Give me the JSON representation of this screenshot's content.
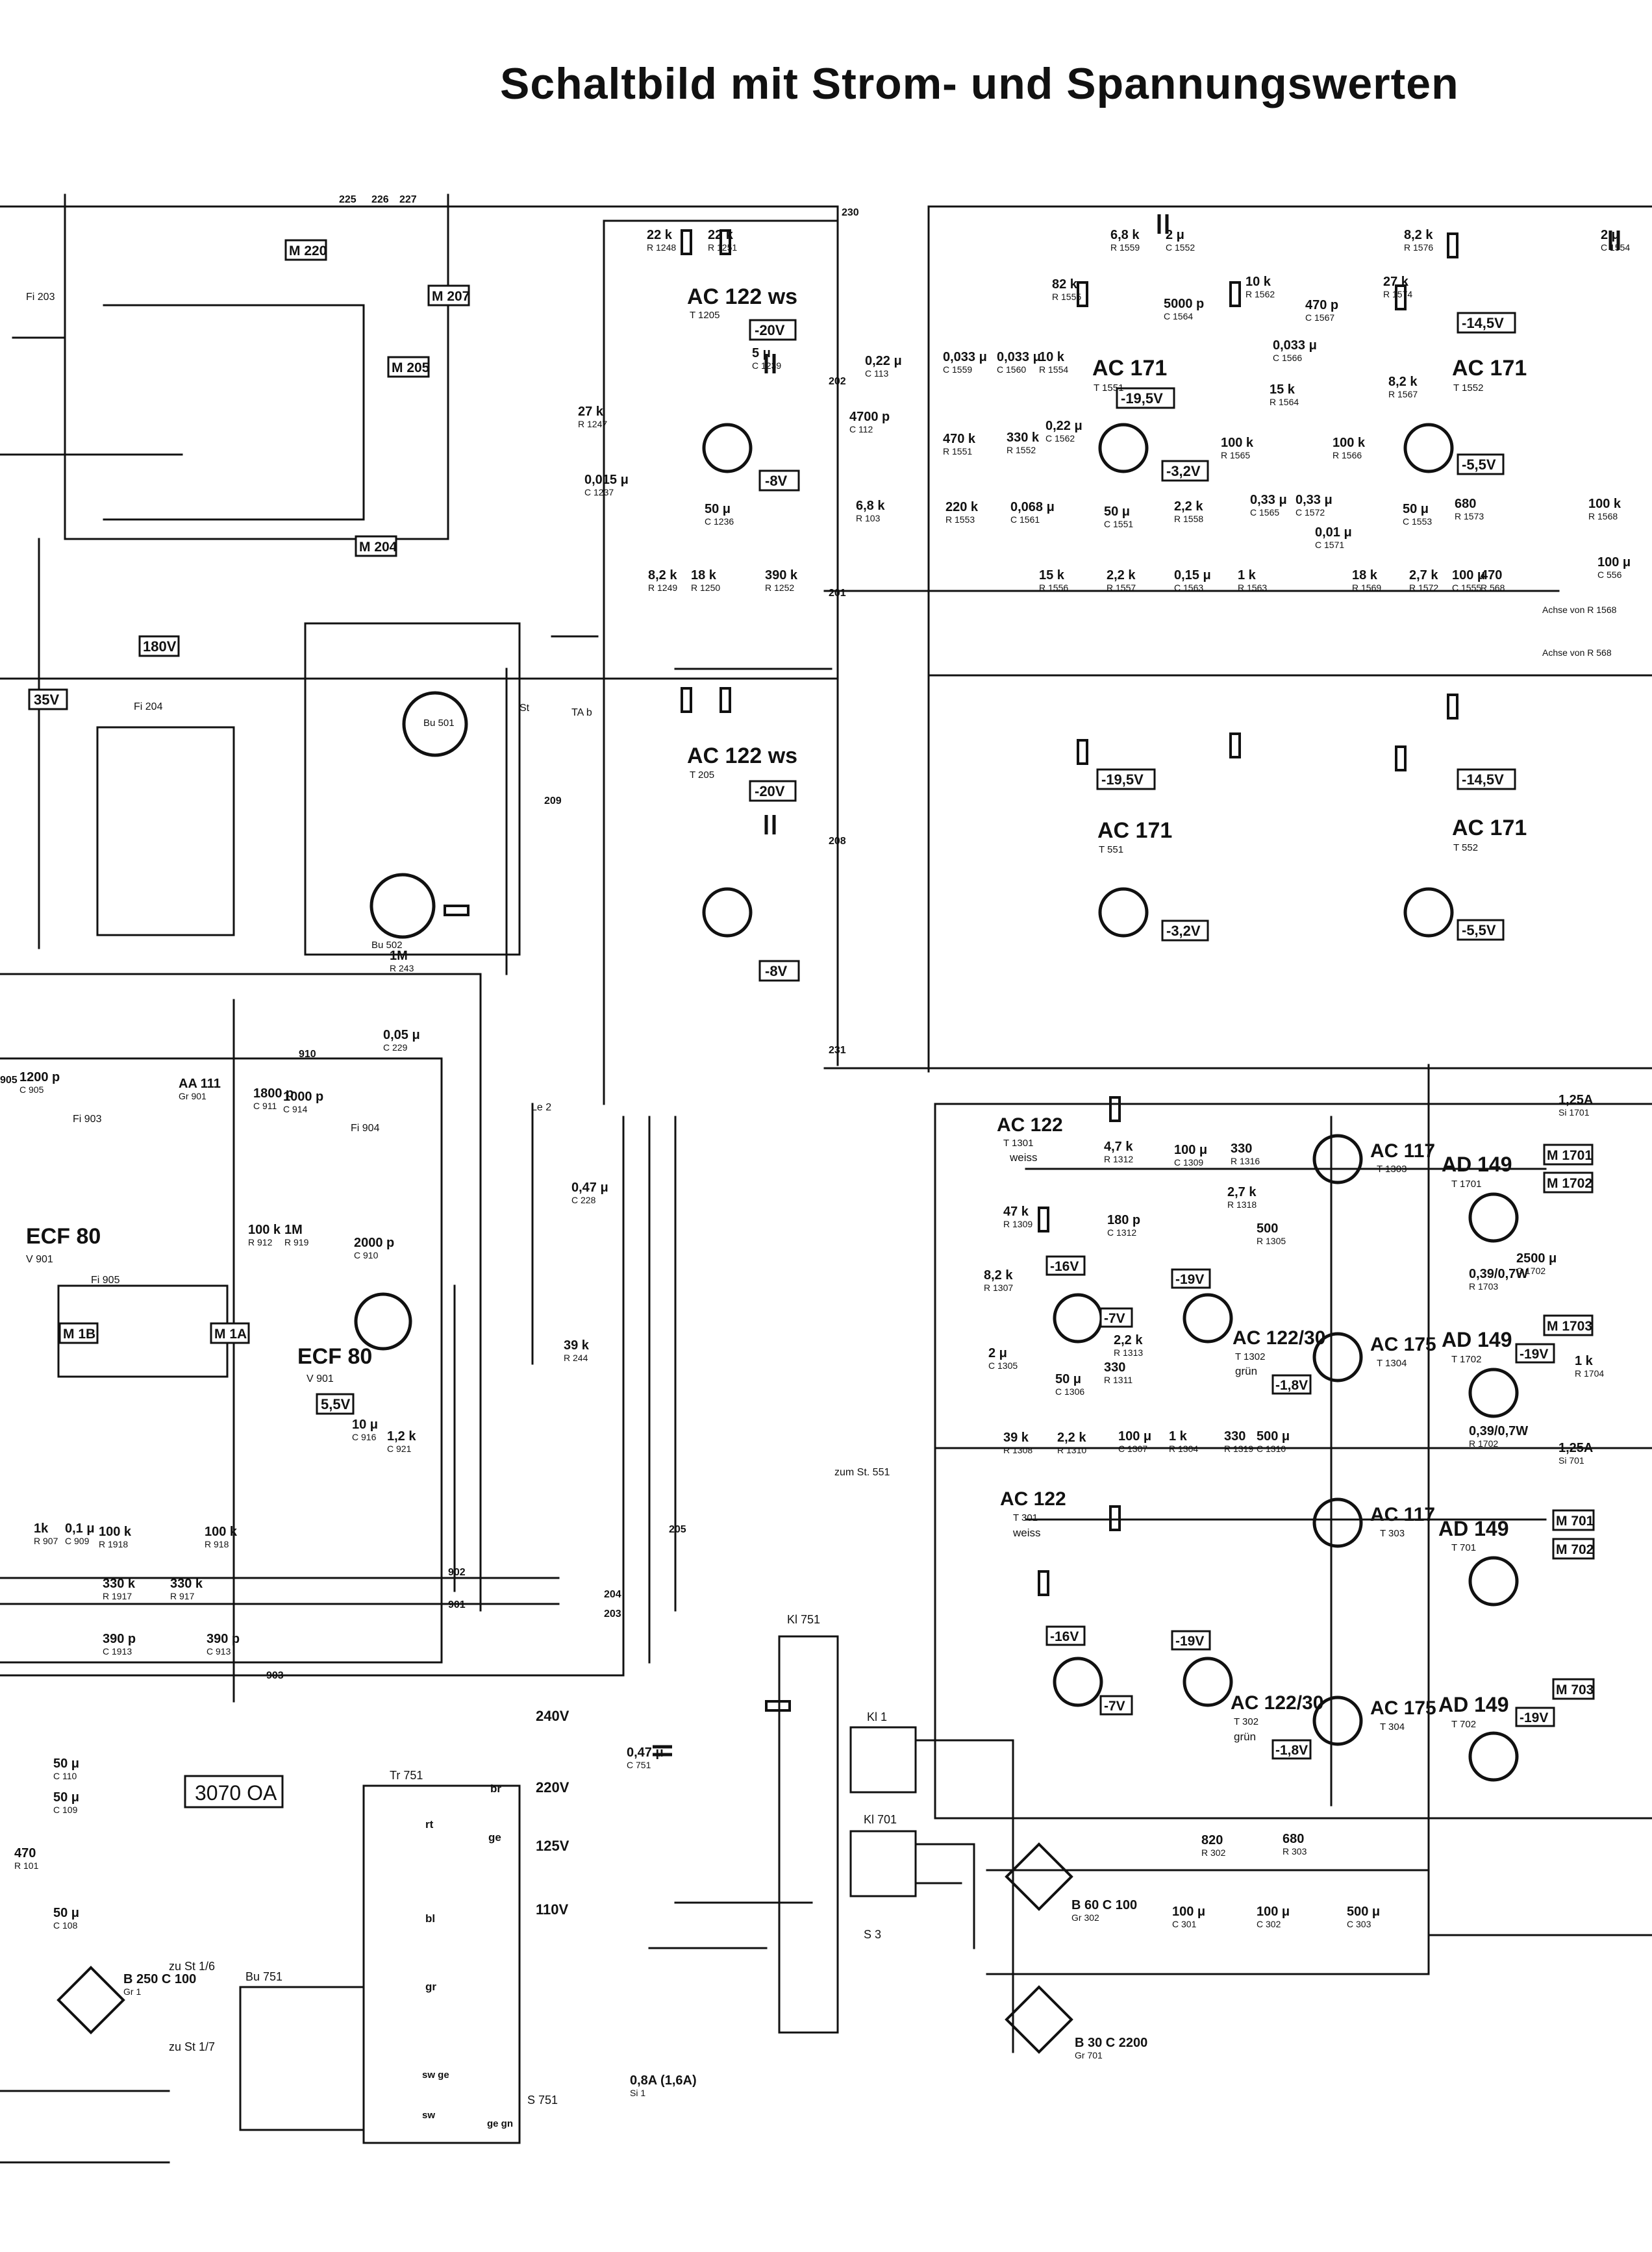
{
  "title": "Schaltbild mit Strom- und Spannungswerten",
  "board_code": "3070 OA",
  "transistor_labels": [
    "AC 122 ws",
    "T 1205",
    "AC 122 ws",
    "T 205",
    "AC 171",
    "T 1551",
    "AC 171",
    "T 1552",
    "AC 171",
    "T 551",
    "AC 171",
    "T 552",
    "AC 122",
    "T 1301",
    "weiss",
    "AC 117",
    "T 1303",
    "AD 149",
    "T 1701",
    "AD 149",
    "T 1702",
    "AC 122/30",
    "T 1302",
    "grün",
    "AC 175",
    "T 1304",
    "AC 122",
    "T 301",
    "weiss",
    "AC 117",
    "T 303",
    "AD 149",
    "T 701",
    "AD 149",
    "T 702",
    "AC 122/30",
    "T 302",
    "grün",
    "AC 175",
    "T 304",
    "ECF 80",
    "V 901",
    "ECF 80",
    "V 901"
  ],
  "voltage_labels": [
    "-20V",
    "-8V",
    "-20V",
    "-8V",
    "-19,5V",
    "-3,2V",
    "-14,5V",
    "-5,5V",
    "-19,5V",
    "-3,2V",
    "-14,5V",
    "-5,5V",
    "-16V",
    "-7V",
    "-19V",
    "-1,8V",
    "-19V",
    "-16V",
    "-7V",
    "-19V",
    "-1,8V",
    "-19V",
    "35V",
    "180V",
    "5,5V"
  ],
  "module_labels": [
    "M 220",
    "M 207",
    "M 205",
    "M 204",
    "M 1701",
    "M 1702",
    "M 1703",
    "M 701",
    "M 702",
    "M 703",
    "M 1B",
    "M 1A"
  ],
  "component_labels": [
    {
      "v": "22 k",
      "r": "R 1248"
    },
    {
      "v": "22 k",
      "r": "R 1251"
    },
    {
      "v": "5 μ",
      "r": "C 1239"
    },
    {
      "v": "27 k",
      "r": "R 1247"
    },
    {
      "v": "0,015 μ",
      "r": "C 1237"
    },
    {
      "v": "50 μ",
      "r": "C 1236"
    },
    {
      "v": "8,2 k",
      "r": "R 1249"
    },
    {
      "v": "18 k",
      "r": "R 1250"
    },
    {
      "v": "390 k",
      "r": "R 1252"
    },
    {
      "v": "0,22 μ",
      "r": "C 113"
    },
    {
      "v": "4700 p",
      "r": "C 112"
    },
    {
      "v": "6,8 k",
      "r": "R 103"
    },
    {
      "v": "0,033 μ",
      "r": "C 1559"
    },
    {
      "v": "0,033 μ",
      "r": "C 1560"
    },
    {
      "v": "10 k",
      "r": "R 1554"
    },
    {
      "v": "470 k",
      "r": "R 1551"
    },
    {
      "v": "330 k",
      "r": "R 1552"
    },
    {
      "v": "0,22 μ",
      "r": "C 1562"
    },
    {
      "v": "220 k",
      "r": "R 1553"
    },
    {
      "v": "0,068 μ",
      "r": "C 1561"
    },
    {
      "v": "6,8 k",
      "r": "R 1559"
    },
    {
      "v": "2 μ",
      "r": "C 1552"
    },
    {
      "v": "82 k",
      "r": "R 1555"
    },
    {
      "v": "5000 p",
      "r": "C 1564"
    },
    {
      "v": "10 k",
      "r": "R 1562"
    },
    {
      "v": "470 p",
      "r": "C 1567"
    },
    {
      "v": "0,033 μ",
      "r": "C 1566"
    },
    {
      "v": "15 k",
      "r": "R 1564"
    },
    {
      "v": "100 k",
      "r": "R 1565"
    },
    {
      "v": "100 k",
      "r": "R 1566"
    },
    {
      "v": "50 μ",
      "r": "C 1551"
    },
    {
      "v": "2,2 k",
      "r": "R 1558"
    },
    {
      "v": "15 k",
      "r": "R 1556"
    },
    {
      "v": "2,2 k",
      "r": "R 1557"
    },
    {
      "v": "0,15 μ",
      "r": "C 1563"
    },
    {
      "v": "1 k",
      "r": "R 1563"
    },
    {
      "v": "0,33 μ",
      "r": "C 1565"
    },
    {
      "v": "0,33 μ",
      "r": "C 1572"
    },
    {
      "v": "0,01 μ",
      "r": "C 1571"
    },
    {
      "v": "8,2 k",
      "r": "R 1576"
    },
    {
      "v": "27 k",
      "r": "R 1574"
    },
    {
      "v": "8,2 k",
      "r": "R 1567"
    },
    {
      "v": "50 μ",
      "r": "C 1553"
    },
    {
      "v": "680",
      "r": "R 1573"
    },
    {
      "v": "18 k",
      "r": "R 1569"
    },
    {
      "v": "2,7 k",
      "r": "R 1572"
    },
    {
      "v": "100 μ",
      "r": "C 1555"
    },
    {
      "v": "470",
      "r": "R 568"
    },
    {
      "v": "2 μ",
      "r": "C 1554"
    },
    {
      "v": "100 k",
      "r": "R 1568"
    },
    {
      "v": "100 μ",
      "r": "C 556"
    },
    {
      "v": "1M",
      "r": "R 243"
    },
    {
      "v": "0,05 μ",
      "r": "C 229"
    },
    {
      "v": "0,47 μ",
      "r": "C 228"
    },
    {
      "v": "39 k",
      "r": "R 244"
    },
    {
      "v": "1200 p",
      "r": "C 905"
    },
    {
      "v": "1800 p",
      "r": "C 911"
    },
    {
      "v": "AA 111",
      "r": "Gr 901"
    },
    {
      "v": "1000 p",
      "r": "C 914"
    },
    {
      "v": "100 k",
      "r": "R 912"
    },
    {
      "v": "1M",
      "r": "R 919"
    },
    {
      "v": "2000 p",
      "r": "C 910"
    },
    {
      "v": "10 μ",
      "r": "C 916"
    },
    {
      "v": "1,2 k",
      "r": "C 921"
    },
    {
      "v": "1k",
      "r": "R 907"
    },
    {
      "v": "0,1 μ",
      "r": "C 909"
    },
    {
      "v": "100 k",
      "r": "R 1918"
    },
    {
      "v": "100 k",
      "r": "R 918"
    },
    {
      "v": "330 k",
      "r": "R 1917"
    },
    {
      "v": "330 k",
      "r": "R 917"
    },
    {
      "v": "390 p",
      "r": "C 1913"
    },
    {
      "v": "390 p",
      "r": "C 913"
    },
    {
      "v": "4,7 k",
      "r": "R 1312"
    },
    {
      "v": "100 μ",
      "r": "C 1309"
    },
    {
      "v": "330",
      "r": "R 1316"
    },
    {
      "v": "47 k",
      "r": "R 1309"
    },
    {
      "v": "180 p",
      "r": "C 1312"
    },
    {
      "v": "2,7 k",
      "r": "R 1318"
    },
    {
      "v": "500",
      "r": "R 1305"
    },
    {
      "v": "8,2 k",
      "r": "R 1307"
    },
    {
      "v": "2 μ",
      "r": "C 1305"
    },
    {
      "v": "50 μ",
      "r": "C 1306"
    },
    {
      "v": "330",
      "r": "R 1311"
    },
    {
      "v": "2,2 k",
      "r": "R 1313"
    },
    {
      "v": "39 k",
      "r": "R 1308"
    },
    {
      "v": "2,2 k",
      "r": "R 1310"
    },
    {
      "v": "100 μ",
      "r": "C 1307"
    },
    {
      "v": "1 k",
      "r": "R 1304"
    },
    {
      "v": "330",
      "r": "R 1319"
    },
    {
      "v": "500 μ",
      "r": "C 1310"
    },
    {
      "v": "2500 μ",
      "r": "C 1702"
    },
    {
      "v": "0,39/0,7W",
      "r": "R 1703"
    },
    {
      "v": "0,39/0,7W",
      "r": "R 1702"
    },
    {
      "v": "1 k",
      "r": "R 1704"
    },
    {
      "v": "1,25A",
      "r": "Si 1701"
    },
    {
      "v": "1,25A",
      "r": "Si 701"
    },
    {
      "v": "820",
      "r": "R 302"
    },
    {
      "v": "680",
      "r": "R 303"
    },
    {
      "v": "100 μ",
      "r": "C 301"
    },
    {
      "v": "100 μ",
      "r": "C 302"
    },
    {
      "v": "500 μ",
      "r": "C 303"
    },
    {
      "v": "B 60 C 100",
      "r": "Gr 302"
    },
    {
      "v": "B 30 C 2200",
      "r": "Gr 701"
    },
    {
      "v": "0,47 μ",
      "r": "C 751"
    },
    {
      "v": "0,8A (1,6A)",
      "r": "Si 1"
    },
    {
      "v": "B 250 C 100",
      "r": "Gr 1"
    },
    {
      "v": "50 μ",
      "r": "C 110"
    },
    {
      "v": "50 μ",
      "r": "C 109"
    },
    {
      "v": "470",
      "r": "R 101"
    },
    {
      "v": "50 μ",
      "r": "C 108"
    }
  ],
  "connector_labels": [
    "Kl 751",
    "Kl 1",
    "Kl 701",
    "Tr 751",
    "Bu 751",
    "S 751",
    "S 3",
    "Bu 501",
    "Bu 502",
    "St",
    "TA b",
    "Le 2",
    "Fi 203",
    "Fi 204",
    "Fi 903",
    "Fi 904",
    "Fi 905",
    "zum St. 551",
    "zu St 1/6",
    "zu St 1/7",
    "Achse von R 1568",
    "Achse von R 568"
  ],
  "mains_labels": [
    "240V",
    "220V",
    "125V",
    "110V",
    "br",
    "ge",
    "rt",
    "bl",
    "gr",
    "sw ge",
    "sw",
    "ge gn"
  ],
  "node_numbers": [
    "225",
    "226",
    "227",
    "230",
    "201",
    "202",
    "208",
    "231",
    "209",
    "905",
    "902",
    "901",
    "903",
    "910",
    "204",
    "203",
    "205"
  ]
}
